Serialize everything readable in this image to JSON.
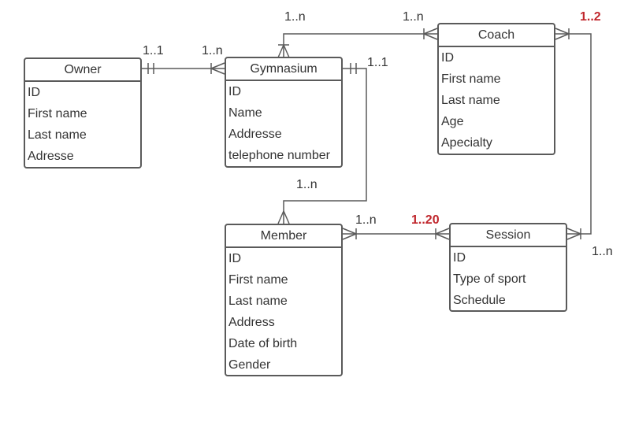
{
  "entities": {
    "owner": {
      "title": "Owner",
      "attributes": [
        "ID",
        "First name",
        "Last name",
        "Adresse"
      ]
    },
    "gymnasium": {
      "title": "Gymnasium",
      "attributes": [
        "ID",
        "Name",
        "Addresse",
        "telephone number"
      ]
    },
    "coach": {
      "title": "Coach",
      "attributes": [
        "ID",
        "First name",
        "Last name",
        "Age",
        "Apecialty"
      ]
    },
    "member": {
      "title": "Member",
      "attributes": [
        "ID",
        "First name",
        "Last name",
        "Address",
        "Date of birth",
        "Gender"
      ]
    },
    "session": {
      "title": "Session",
      "attributes": [
        "ID",
        "Type of sport",
        "Schedule"
      ]
    }
  },
  "cardinalities": {
    "owner_gym_owner_side": "1..1",
    "owner_gym_gym_side": "1..n",
    "gym_coach_gym_side": "1..n",
    "gym_coach_coach_side": "1..n",
    "gym_member_gym_side": "1..1",
    "gym_member_member_side": "1..n",
    "member_session_member_side": "1..n",
    "member_session_session_side": "1..20",
    "coach_session_coach_side": "1..2",
    "coach_session_session_side": "1..n"
  },
  "colors": {
    "line": "#5a5a5a",
    "text": "#333333",
    "highlight": "#c0272d"
  }
}
